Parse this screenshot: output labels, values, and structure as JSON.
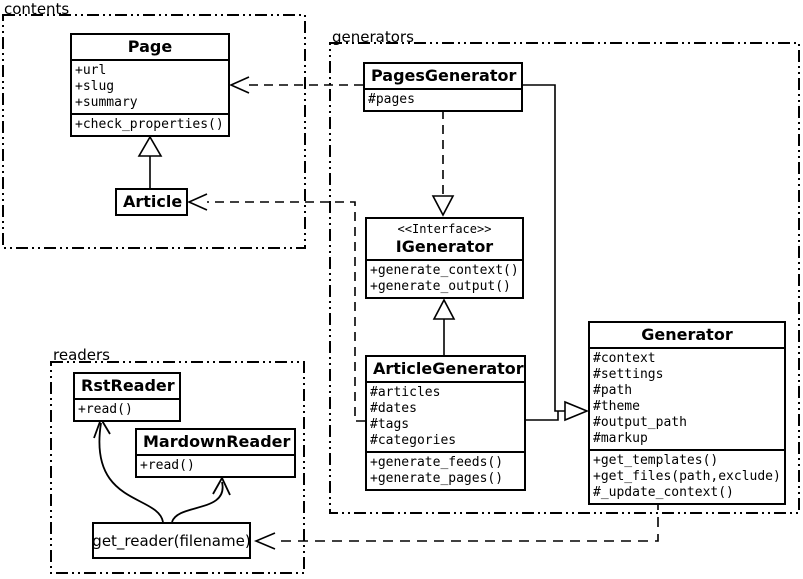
{
  "diagram": {
    "packages": {
      "contents": {
        "label": "contents"
      },
      "generators": {
        "label": "generators"
      },
      "readers": {
        "label": "readers"
      }
    },
    "classes": {
      "page": {
        "name": "Page",
        "attributes": [
          "+url",
          "+slug",
          "+summary"
        ],
        "methods": [
          "+check_properties()"
        ]
      },
      "article": {
        "name": "Article"
      },
      "pages_generator": {
        "name": "PagesGenerator",
        "attributes": [
          "#pages"
        ]
      },
      "igenerator": {
        "stereotype": "<<Interface>>",
        "name": "IGenerator",
        "methods": [
          "+generate_context()",
          "+generate_output()"
        ]
      },
      "article_generator": {
        "name": "ArticleGenerator",
        "attributes": [
          "#articles",
          "#dates",
          "#tags",
          "#categories"
        ],
        "methods": [
          "+generate_feeds()",
          "+generate_pages()"
        ]
      },
      "generator": {
        "name": "Generator",
        "attributes": [
          "#context",
          "#settings",
          "#path",
          "#theme",
          "#output_path",
          "#markup"
        ],
        "methods": [
          "+get_templates()",
          "+get_files(path,exclude)",
          "#_update_context()"
        ]
      },
      "rst_reader": {
        "name": "RstReader",
        "methods": [
          "+read()"
        ]
      },
      "mardown_reader": {
        "name": "MardownReader",
        "methods": [
          "+read()"
        ]
      },
      "get_reader": {
        "label": "get_reader(filename)"
      }
    },
    "relationships": [
      {
        "from": "Article",
        "to": "Page",
        "type": "generalization"
      },
      {
        "from": "PagesGenerator",
        "to": "Page",
        "type": "dependency"
      },
      {
        "from": "ArticleGenerator",
        "to": "Article",
        "type": "dependency"
      },
      {
        "from": "PagesGenerator",
        "to": "IGenerator",
        "type": "realization"
      },
      {
        "from": "ArticleGenerator",
        "to": "IGenerator",
        "type": "generalization"
      },
      {
        "from": "PagesGenerator",
        "to": "Generator",
        "type": "generalization"
      },
      {
        "from": "ArticleGenerator",
        "to": "Generator",
        "type": "generalization"
      },
      {
        "from": "Generator",
        "to": "get_reader(filename)",
        "type": "dependency"
      },
      {
        "from": "get_reader(filename)",
        "to": "RstReader",
        "type": "call"
      },
      {
        "from": "get_reader(filename)",
        "to": "MardownReader",
        "type": "call"
      }
    ],
    "colors": {
      "stroke": "#000000",
      "background": "#ffffff"
    }
  }
}
